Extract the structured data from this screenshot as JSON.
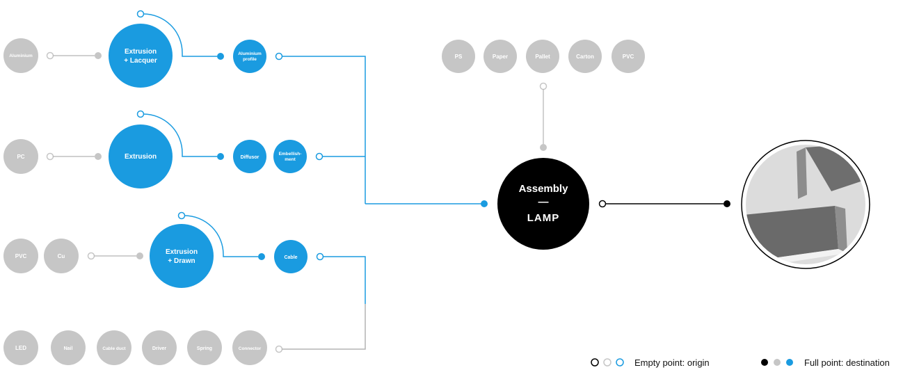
{
  "colors": {
    "blue": "#1a9be0",
    "gray": "#c6c6c6",
    "line_gray": "#b4b4b4",
    "black": "#000000"
  },
  "row1": {
    "material": "Aluminium",
    "process_line1": "Extrusion",
    "process_line2": "+ Lacquer",
    "part_line1": "Aluminium",
    "part_line2": "profile"
  },
  "row2": {
    "material": "PC",
    "process": "Extrusion",
    "part_a": "Diffusor",
    "part_b_line1": "Embellish-",
    "part_b_line2": "ment"
  },
  "row3": {
    "material_a": "PVC",
    "material_b": "Cu",
    "process_line1": "Extrusion",
    "process_line2": "+ Drawn",
    "part": "Cable"
  },
  "components": [
    "LED",
    "Nail",
    "Cable duct",
    "Driver",
    "Spring",
    "Connector"
  ],
  "packaging": [
    "PS",
    "Paper",
    "Pallet",
    "Carton",
    "PVC"
  ],
  "assembly": {
    "title": "Assembly",
    "separator": "—",
    "logo": "LAMP"
  },
  "product_image": {
    "icon": "lamp-photo"
  },
  "legend": {
    "empty": "Empty point: origin",
    "full": "Full point: destination"
  }
}
